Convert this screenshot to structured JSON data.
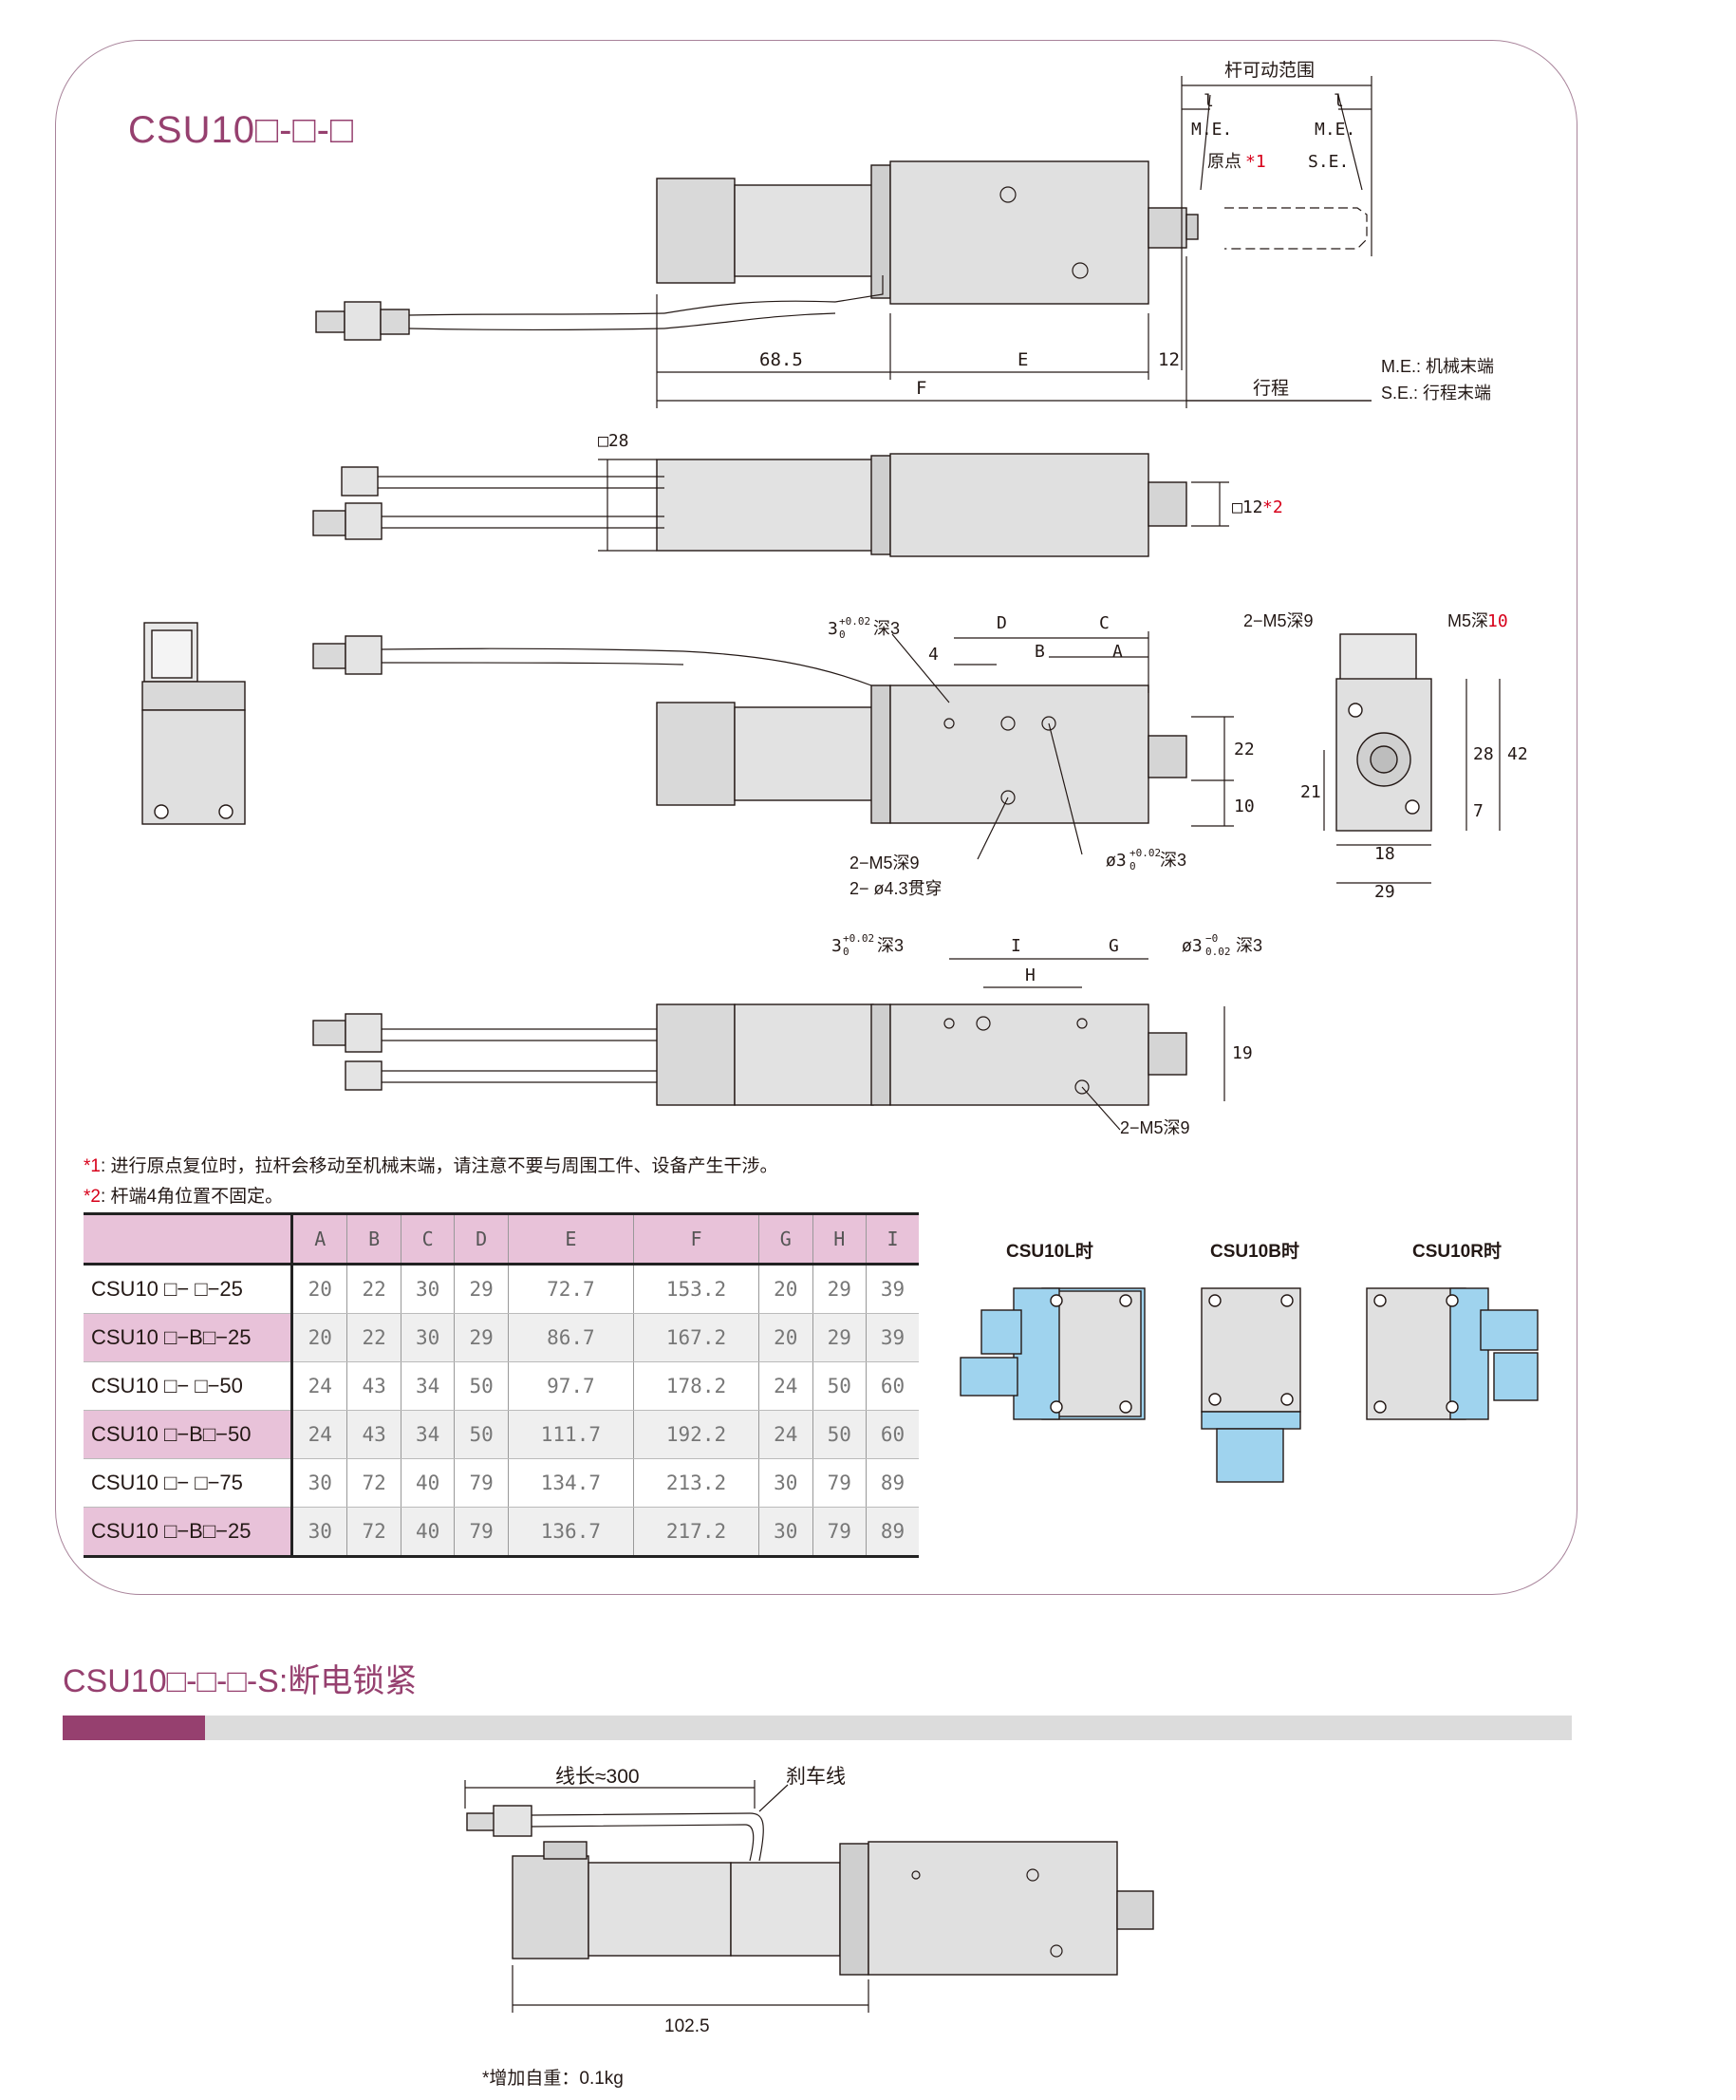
{
  "section1": {
    "title": "CSU10□-□-□",
    "side_view": {
      "rod_range": "杆可动范围",
      "l_left": "l",
      "l_right": "l",
      "me_left": "M.E.",
      "me_right": "M.E.",
      "origin": "原点",
      "origin_mark": "*1",
      "se": "S.E.",
      "dim_68_5": "68.5",
      "dim_e": "E",
      "dim_12": "12",
      "dim_f": "F",
      "stroke": "行程",
      "legend_me": "M.E.: 机械末端",
      "legend_se": "S.E.: 行程末端"
    },
    "top_view": {
      "dim_28": "□28",
      "dim_12": "□12",
      "mark2": "*2"
    },
    "front_view": {
      "hole_top": "3+0.02 深3",
      "hole_top_main": "3",
      "hole_top_tol": "+0.02",
      "hole_top_tol2": "0",
      "hole_top_depth": "深3",
      "dim_4": "4",
      "dim_d": "D",
      "dim_c": "C",
      "dim_b": "B",
      "dim_a": "A",
      "dim_22": "22",
      "dim_10": "10",
      "m5_depth": "2−M5深9",
      "thru": "2− ø4.3贯穿",
      "pin_hole": "ø3",
      "pin_tol": "+0.02",
      "pin_tol2": "0",
      "pin_depth": "深3"
    },
    "end_view": {
      "m5_9": "2−M5深9",
      "m5_10_prefix": "M5深",
      "m5_10_red": "10",
      "dim_21": "21",
      "dim_28": "28",
      "dim_42": "42",
      "dim_7": "7",
      "dim_18": "18",
      "dim_29": "29"
    },
    "bottom_view": {
      "hole_left": "3",
      "hole_left_tol": "+0.02",
      "hole_left_tol2": "0",
      "hole_left_depth": "深3",
      "dim_i": "I",
      "dim_g": "G",
      "dim_h": "H",
      "hole_right": "ø3",
      "hole_right_tol": "−0",
      "hole_right_tol2": "0.02",
      "hole_right_depth": "深3",
      "dim_19": "19",
      "m5_9": "2−M5深9"
    },
    "notes": [
      {
        "mark": "*1",
        "text": ": 进行原点复位时，拉杆会移动至机械末端，请注意不要与周围工件、设备产生干涉。"
      },
      {
        "mark": "*2",
        "text": ": 杆端4角位置不固定。"
      }
    ],
    "table": {
      "headers": [
        "A",
        "B",
        "C",
        "D",
        "E",
        "F",
        "G",
        "H",
        "I"
      ],
      "rows": [
        {
          "model": "CSU10 □− □−25",
          "values": [
            "20",
            "22",
            "30",
            "29",
            "72.7",
            "153.2",
            "20",
            "29",
            "39"
          ]
        },
        {
          "model": "CSU10 □−B□−25",
          "values": [
            "20",
            "22",
            "30",
            "29",
            "86.7",
            "167.2",
            "20",
            "29",
            "39"
          ]
        },
        {
          "model": "CSU10 □− □−50",
          "values": [
            "24",
            "43",
            "34",
            "50",
            "97.7",
            "178.2",
            "24",
            "50",
            "60"
          ]
        },
        {
          "model": "CSU10 □−B□−50",
          "values": [
            "24",
            "43",
            "34",
            "50",
            "111.7",
            "192.2",
            "24",
            "50",
            "60"
          ]
        },
        {
          "model": "CSU10 □− □−75",
          "values": [
            "30",
            "72",
            "40",
            "79",
            "134.7",
            "213.2",
            "30",
            "79",
            "89"
          ]
        },
        {
          "model": "CSU10 □−B□−25",
          "values": [
            "30",
            "72",
            "40",
            "79",
            "136.7",
            "217.2",
            "30",
            "79",
            "89"
          ]
        }
      ]
    },
    "orientations": [
      "CSU10L时",
      "CSU10B时",
      "CSU10R时"
    ]
  },
  "section2": {
    "title": "CSU10□-□-□-S:断电锁紧",
    "cable_length": "线长≈300",
    "brake_wire": "刹车线",
    "dim_102_5": "102.5",
    "weight_note": "*增加自重：0.1kg"
  },
  "colors": {
    "accent": "#96406f",
    "table_header": "#e8c2d9",
    "connector_blue": "#9fd3ee",
    "red_mark": "#d7001a",
    "body_gray": "#dedede"
  }
}
